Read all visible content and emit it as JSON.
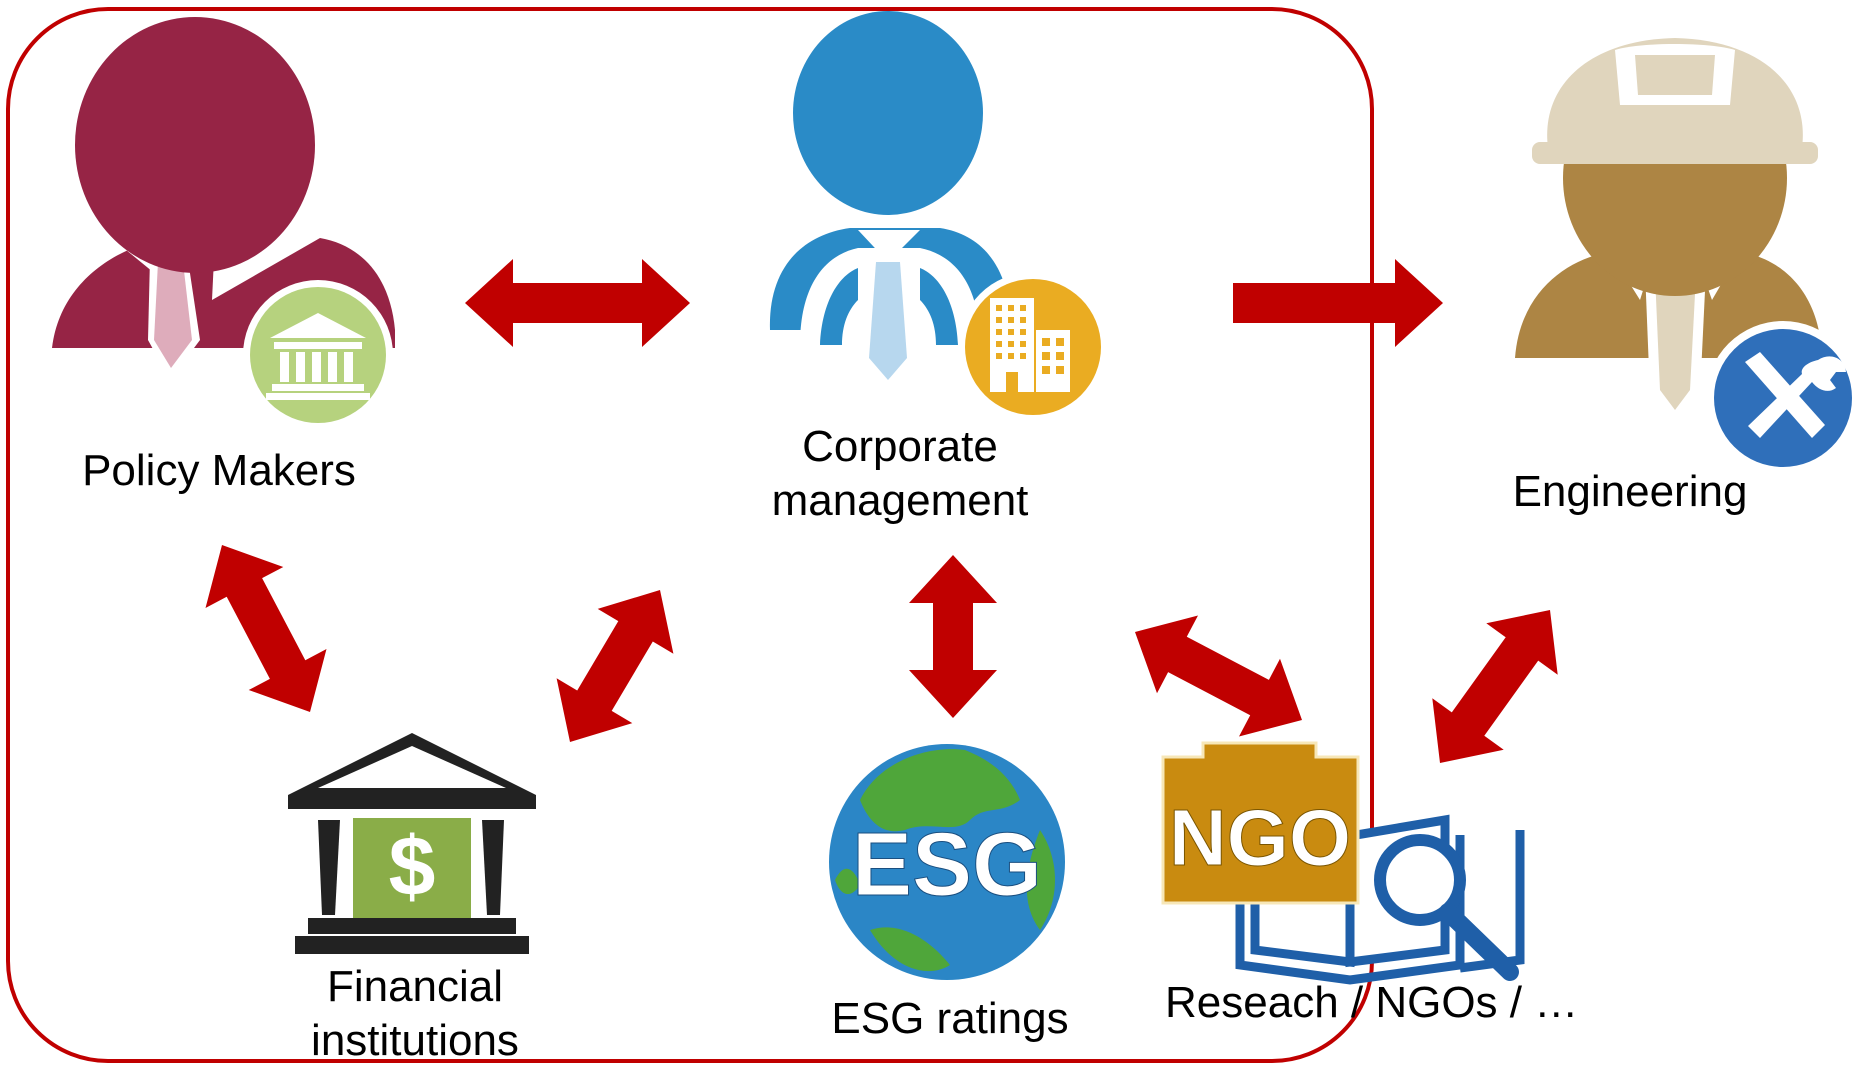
{
  "nodes": {
    "policy_makers": {
      "label": "Policy Makers",
      "icon": "policy-maker-person-icon",
      "badge": "government-building-icon",
      "color": "#962445",
      "badge_color": "#b6d27e"
    },
    "corporate_management": {
      "label_line1": "Corporate",
      "label_line2": "management",
      "icon": "manager-person-icon",
      "badge": "office-building-icon",
      "color": "#2a8bc7",
      "badge_color": "#eaac22"
    },
    "engineering": {
      "label": "Engineering",
      "icon": "engineer-hardhat-person-icon",
      "badge": "tools-wrench-screwdriver-icon",
      "color": "#ad8544",
      "badge_color": "#2f6fba"
    },
    "financial_institutions": {
      "label_line1": "Financial",
      "label_line2": "institutions",
      "icon": "bank-dollar-icon",
      "badge_color": "#8aad48"
    },
    "esg_ratings": {
      "label": "ESG ratings",
      "icon": "esg-globe-icon",
      "icon_text": "ESG"
    },
    "research": {
      "label": "Reseach / NGOs / …",
      "icon": "research-book-magnifier-icon",
      "ngo_icon": "ngo-puzzle-icon",
      "ngo_text": "NGO",
      "ngo_color": "#c98b10"
    }
  },
  "connections": [
    {
      "from": "policy_makers",
      "to": "corporate_management",
      "direction": "both"
    },
    {
      "from": "corporate_management",
      "to": "engineering",
      "direction": "one-way"
    },
    {
      "from": "policy_makers",
      "to": "financial_institutions",
      "direction": "both"
    },
    {
      "from": "financial_institutions",
      "to": "corporate_management",
      "direction": "both"
    },
    {
      "from": "corporate_management",
      "to": "esg_ratings",
      "direction": "both"
    },
    {
      "from": "corporate_management",
      "to": "research",
      "direction": "both"
    },
    {
      "from": "engineering",
      "to": "research",
      "direction": "both"
    }
  ],
  "colors": {
    "frame": "#c00000",
    "arrow": "#c00000"
  }
}
